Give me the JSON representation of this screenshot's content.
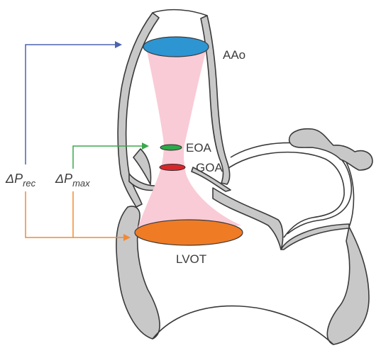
{
  "labels": {
    "aao": "AAo",
    "eoa": "EOA",
    "goa": "GOA",
    "lvot": "LVOT",
    "dp_rec_main": "ΔP",
    "dp_rec_sub": "rec",
    "dp_max_main": "ΔP",
    "dp_max_sub": "max"
  },
  "colors": {
    "jet_fill": "#f9cbd6",
    "aao_ellipse": "#2d95d2",
    "eoa_ellipse": "#2ea84a",
    "goa_ellipse": "#d7262b",
    "lvot_ellipse": "#f07b25",
    "arrow_blue": "#4b63b0",
    "arrow_green": "#3aa84c",
    "arrow_orange": "#f08a35",
    "wall_gray": "#c8c8c8",
    "outline": "#3a3a3a"
  }
}
